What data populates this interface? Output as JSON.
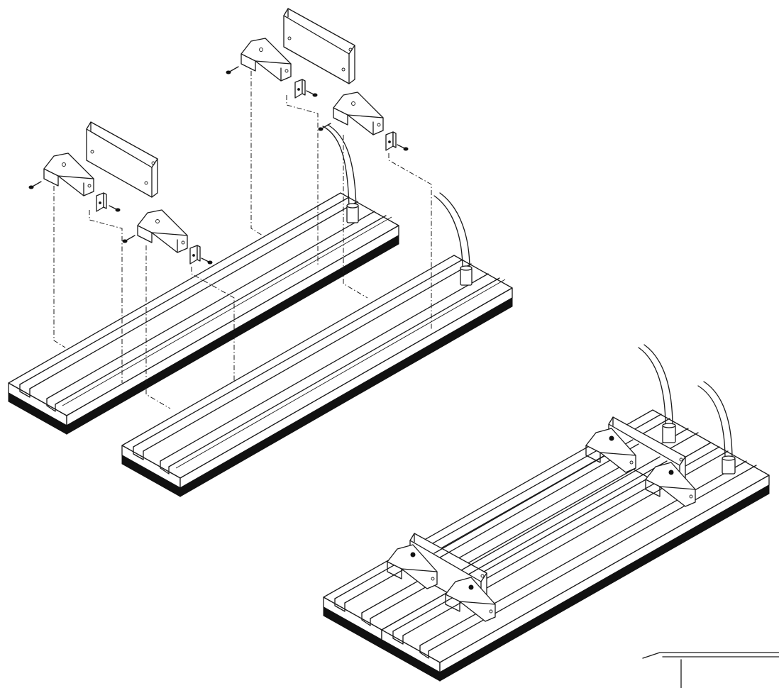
{
  "figure": {
    "views": [
      {
        "id": "exploded-left-heater",
        "parts": [
          "heater-body",
          "mounting-bracket",
          "bracket-arm",
          "bracket-arm",
          "clip",
          "clip",
          "screw",
          "screw",
          "screw",
          "screw"
        ]
      },
      {
        "id": "exploded-right-heater",
        "parts": [
          "heater-body",
          "mounting-bracket",
          "bracket-arm",
          "bracket-arm",
          "clip",
          "clip",
          "screw",
          "screw",
          "screw",
          "screw",
          "power-cable",
          "power-cable"
        ]
      },
      {
        "id": "assembled-heaters",
        "parts": [
          "heater-body",
          "heater-body",
          "mounting-bracket",
          "mounting-bracket",
          "bracket-arm",
          "bracket-arm",
          "bracket-arm",
          "bracket-arm",
          "power-cable",
          "power-cable"
        ]
      }
    ],
    "line_color": "#1a1a1a",
    "fill_color": "#ffffff",
    "base_color": "#111111"
  }
}
